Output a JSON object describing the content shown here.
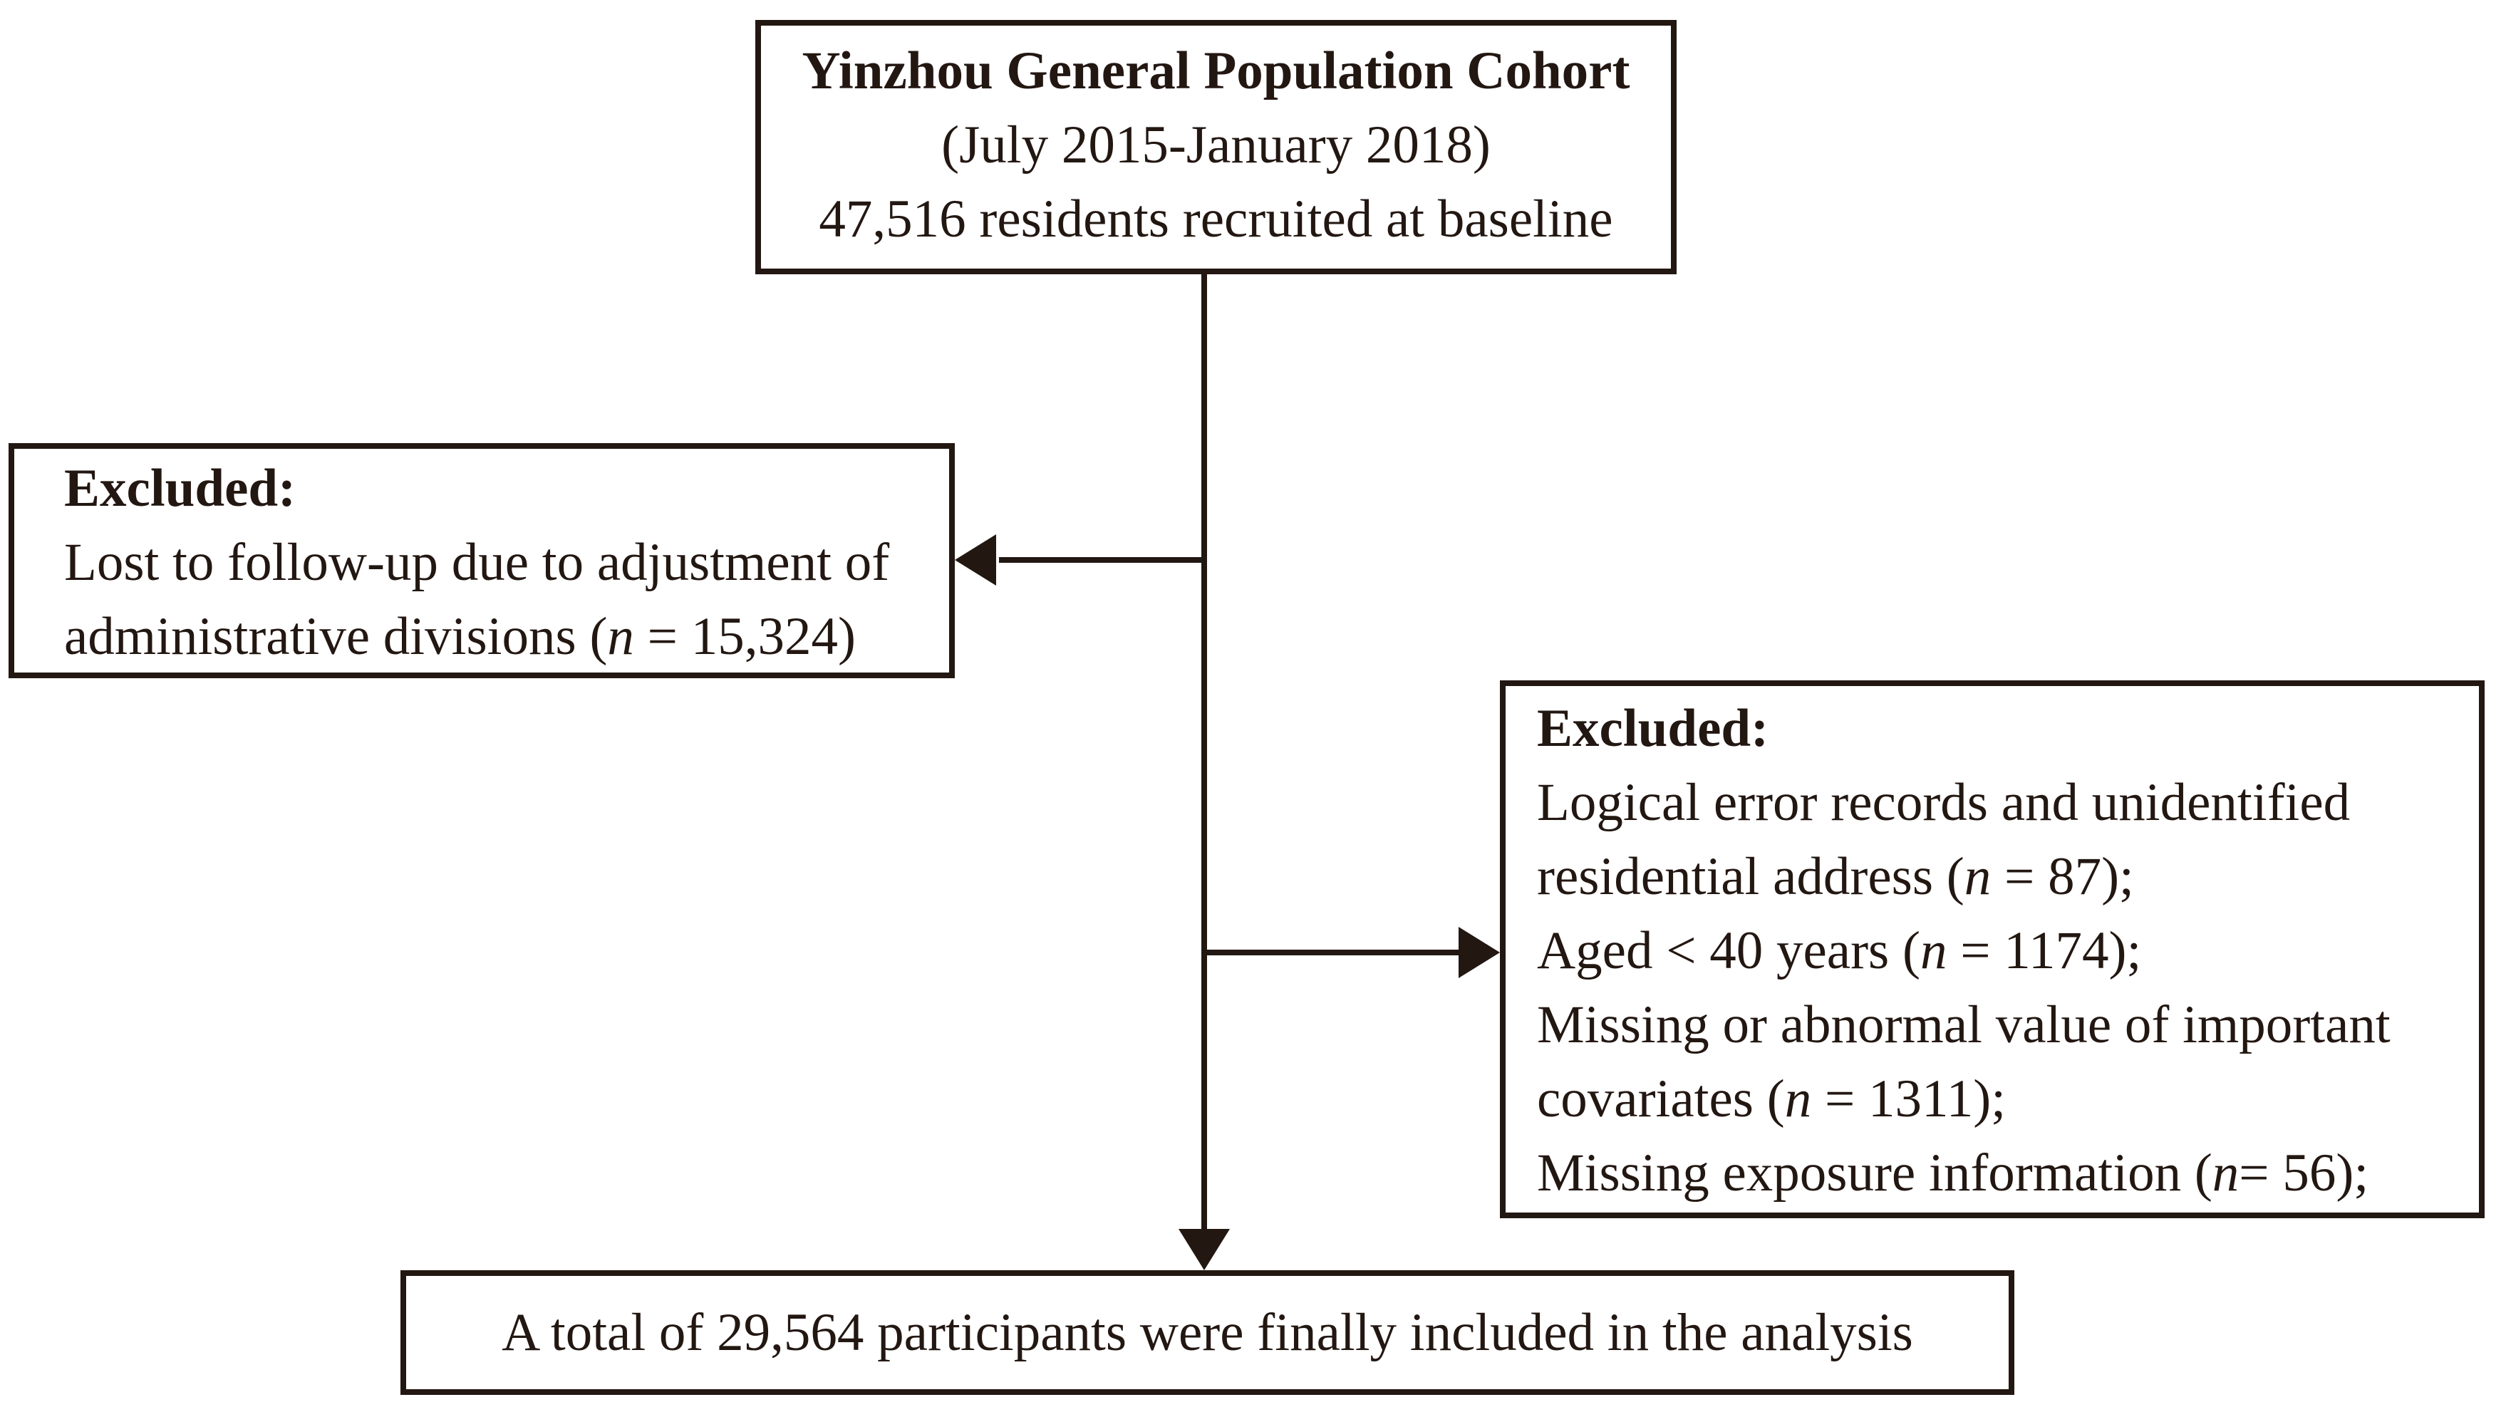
{
  "figure": {
    "ink_color": "#231712",
    "background_color": "#ffffff",
    "italic_marker": "|"
  },
  "boxes": {
    "cohort": {
      "lines": [
        {
          "text": "Yinzhou General Population Cohort",
          "bold": true
        },
        {
          "text": "(July 2015-January 2018)",
          "bold": false
        },
        {
          "text": "47,516 residents recruited at baseline",
          "bold": false
        }
      ]
    },
    "excluded_followup": {
      "lines": [
        {
          "text": "Excluded:",
          "bold": true
        },
        {
          "text": "Lost to follow-up due to adjustment of",
          "bold": false
        },
        {
          "text": "administrative divisions (|n| = 15,324)",
          "bold": false
        }
      ]
    },
    "excluded_criteria": {
      "lines": [
        {
          "text": "Excluded:",
          "bold": true
        },
        {
          "text": "Logical error records and unidentified",
          "bold": false
        },
        {
          "text": "residential address (|n| = 87);",
          "bold": false
        },
        {
          "text": "Aged < 40 years (|n| = 1174);",
          "bold": false
        },
        {
          "text": "Missing or abnormal value of important",
          "bold": false
        },
        {
          "text": "covariates (|n| = 1311);",
          "bold": false
        },
        {
          "text": "Missing exposure information (|n|= 56);",
          "bold": false
        }
      ]
    },
    "final": {
      "lines": [
        {
          "text": "A total of 29,564 participants were finally included in the analysis",
          "bold": false
        }
      ]
    }
  }
}
